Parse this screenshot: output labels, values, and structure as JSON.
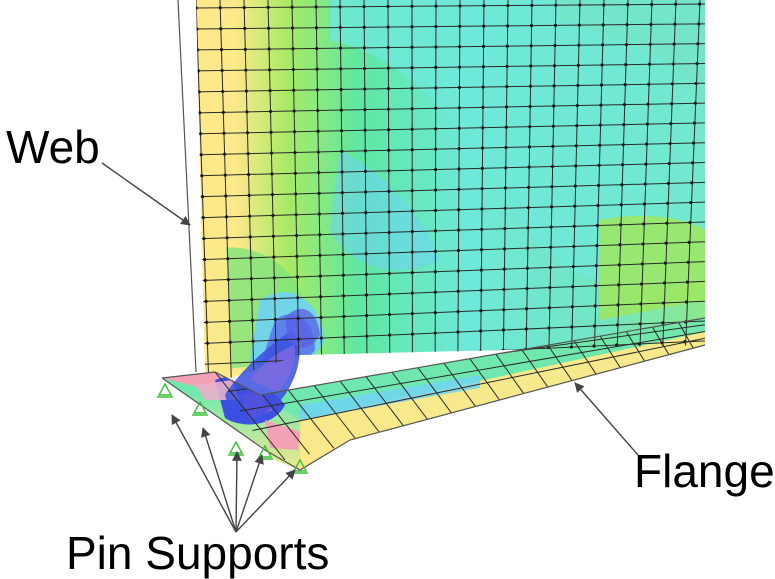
{
  "labels": {
    "web": "Web",
    "flange": "Flange",
    "pin_supports": "Pin Supports"
  },
  "colors": {
    "background": "#ffffff",
    "high_stress": "#fde98a",
    "mid_high": "#9ee65f",
    "mid": "#5ee89a",
    "mid_low": "#6ee8d8",
    "low": "#6fd2f5",
    "very_low": "#3b50e0",
    "extreme": "#c25fd8",
    "edge_pink": "#f3a2b6",
    "mesh_line": "#2a2a2a",
    "arrow": "#444444",
    "support": "#38c038"
  },
  "pin_support_count": 5
}
